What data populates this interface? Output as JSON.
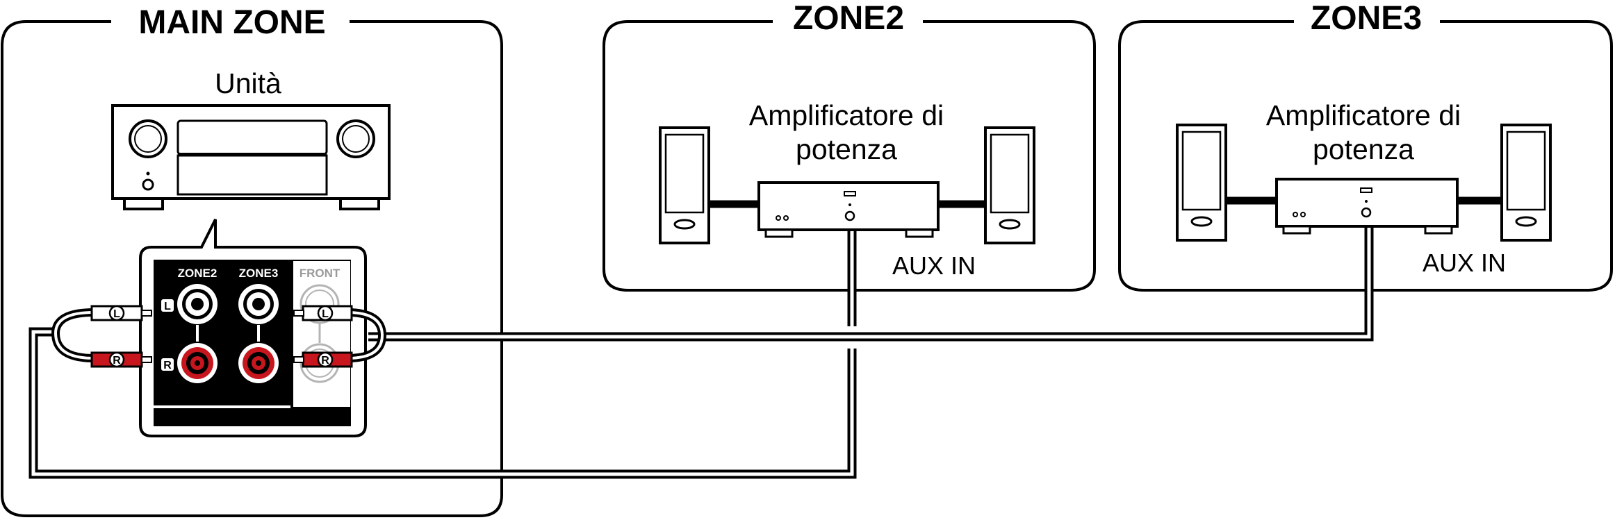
{
  "zones": {
    "main": {
      "title": "MAIN ZONE",
      "device_label": "Unità"
    },
    "zone2": {
      "title": "ZONE2",
      "amp_label_line1": "Amplificatore di",
      "amp_label_line2": "potenza",
      "input_label": "AUX IN"
    },
    "zone3": {
      "title": "ZONE3",
      "amp_label_line1": "Amplificatore di",
      "amp_label_line2": "potenza",
      "input_label": "AUX IN"
    }
  },
  "panel": {
    "zone2_label": "ZONE2",
    "zone3_label": "ZONE3",
    "front_label": "FRONT",
    "left_channel": "L",
    "right_channel": "R"
  },
  "plugs": {
    "left_letter": "L",
    "right_letter": "R"
  },
  "colors": {
    "line": "#000000",
    "right_channel": "#c8161e",
    "inactive": "#b4b4b4"
  }
}
